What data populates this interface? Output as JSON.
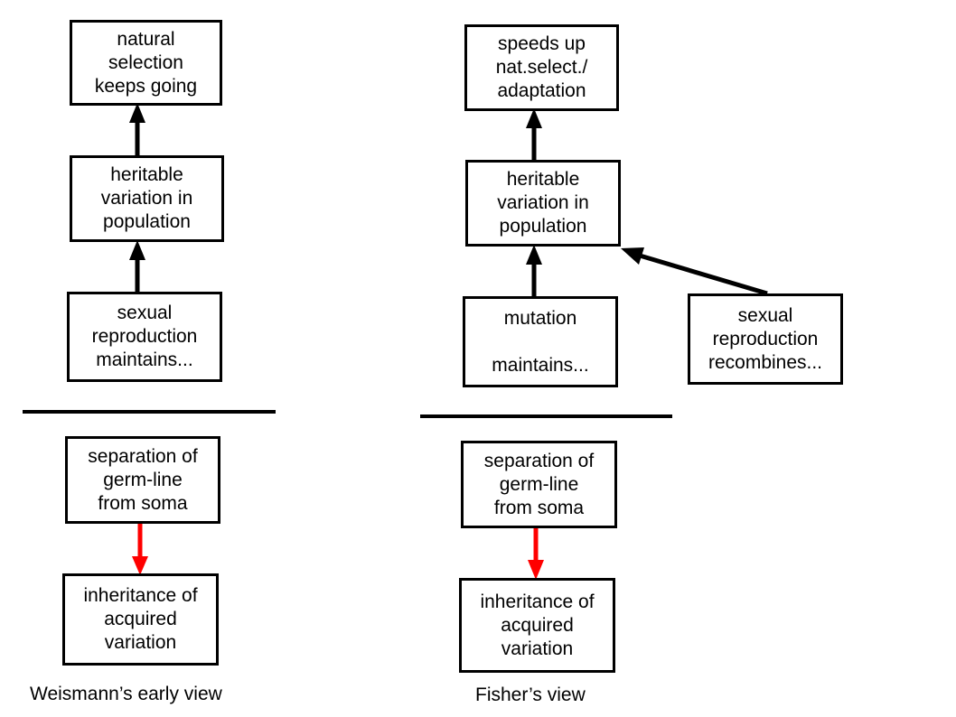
{
  "colors": {
    "line": "#000000",
    "red_arrow": "#ff0000",
    "background": "#ffffff"
  },
  "left": {
    "caption": "Weismann’s early view",
    "boxes": {
      "natural_selection": [
        "natural",
        "selection",
        "keeps going"
      ],
      "heritable_variation": [
        "heritable",
        "variation in",
        "population"
      ],
      "sexual_reproduction": [
        "sexual",
        "reproduction",
        "maintains..."
      ],
      "separation": [
        "separation of",
        "germ-line",
        "from soma"
      ],
      "inheritance": [
        "inheritance of",
        "acquired",
        "variation"
      ]
    }
  },
  "right": {
    "caption": "Fisher’s view",
    "boxes": {
      "speeds_up": [
        "speeds up",
        "nat.select./",
        "adaptation"
      ],
      "heritable_variation": [
        "heritable",
        "variation in",
        "population"
      ],
      "mutation": [
        "mutation",
        "",
        "maintains..."
      ],
      "sexual_reproduction": [
        "sexual",
        "reproduction",
        "recombines..."
      ],
      "separation": [
        "separation of",
        "germ-line",
        "from soma"
      ],
      "inheritance": [
        "inheritance of",
        "acquired",
        "variation"
      ]
    }
  }
}
